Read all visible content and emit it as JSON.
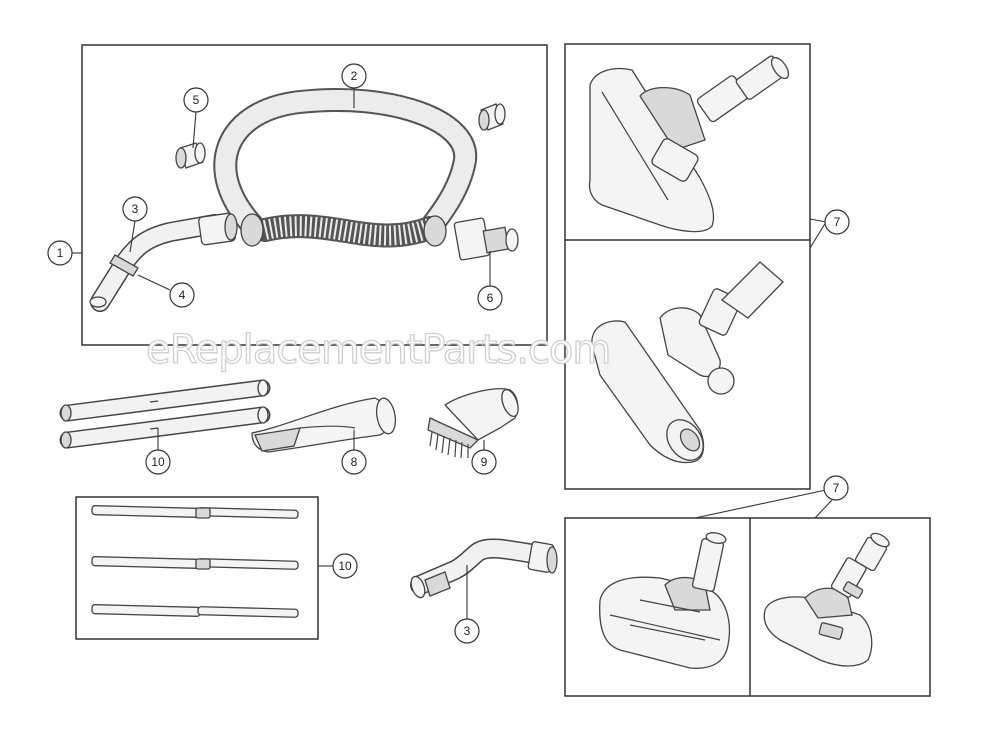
{
  "watermark": "eReplacementParts.com",
  "callouts": {
    "c1": "1",
    "c2": "2",
    "c3a": "3",
    "c4": "4",
    "c5": "5",
    "c6": "6",
    "c7a": "7",
    "c7b": "7",
    "c8": "8",
    "c9": "9",
    "c10a": "10",
    "c10b": "10",
    "c3b": "3"
  }
}
